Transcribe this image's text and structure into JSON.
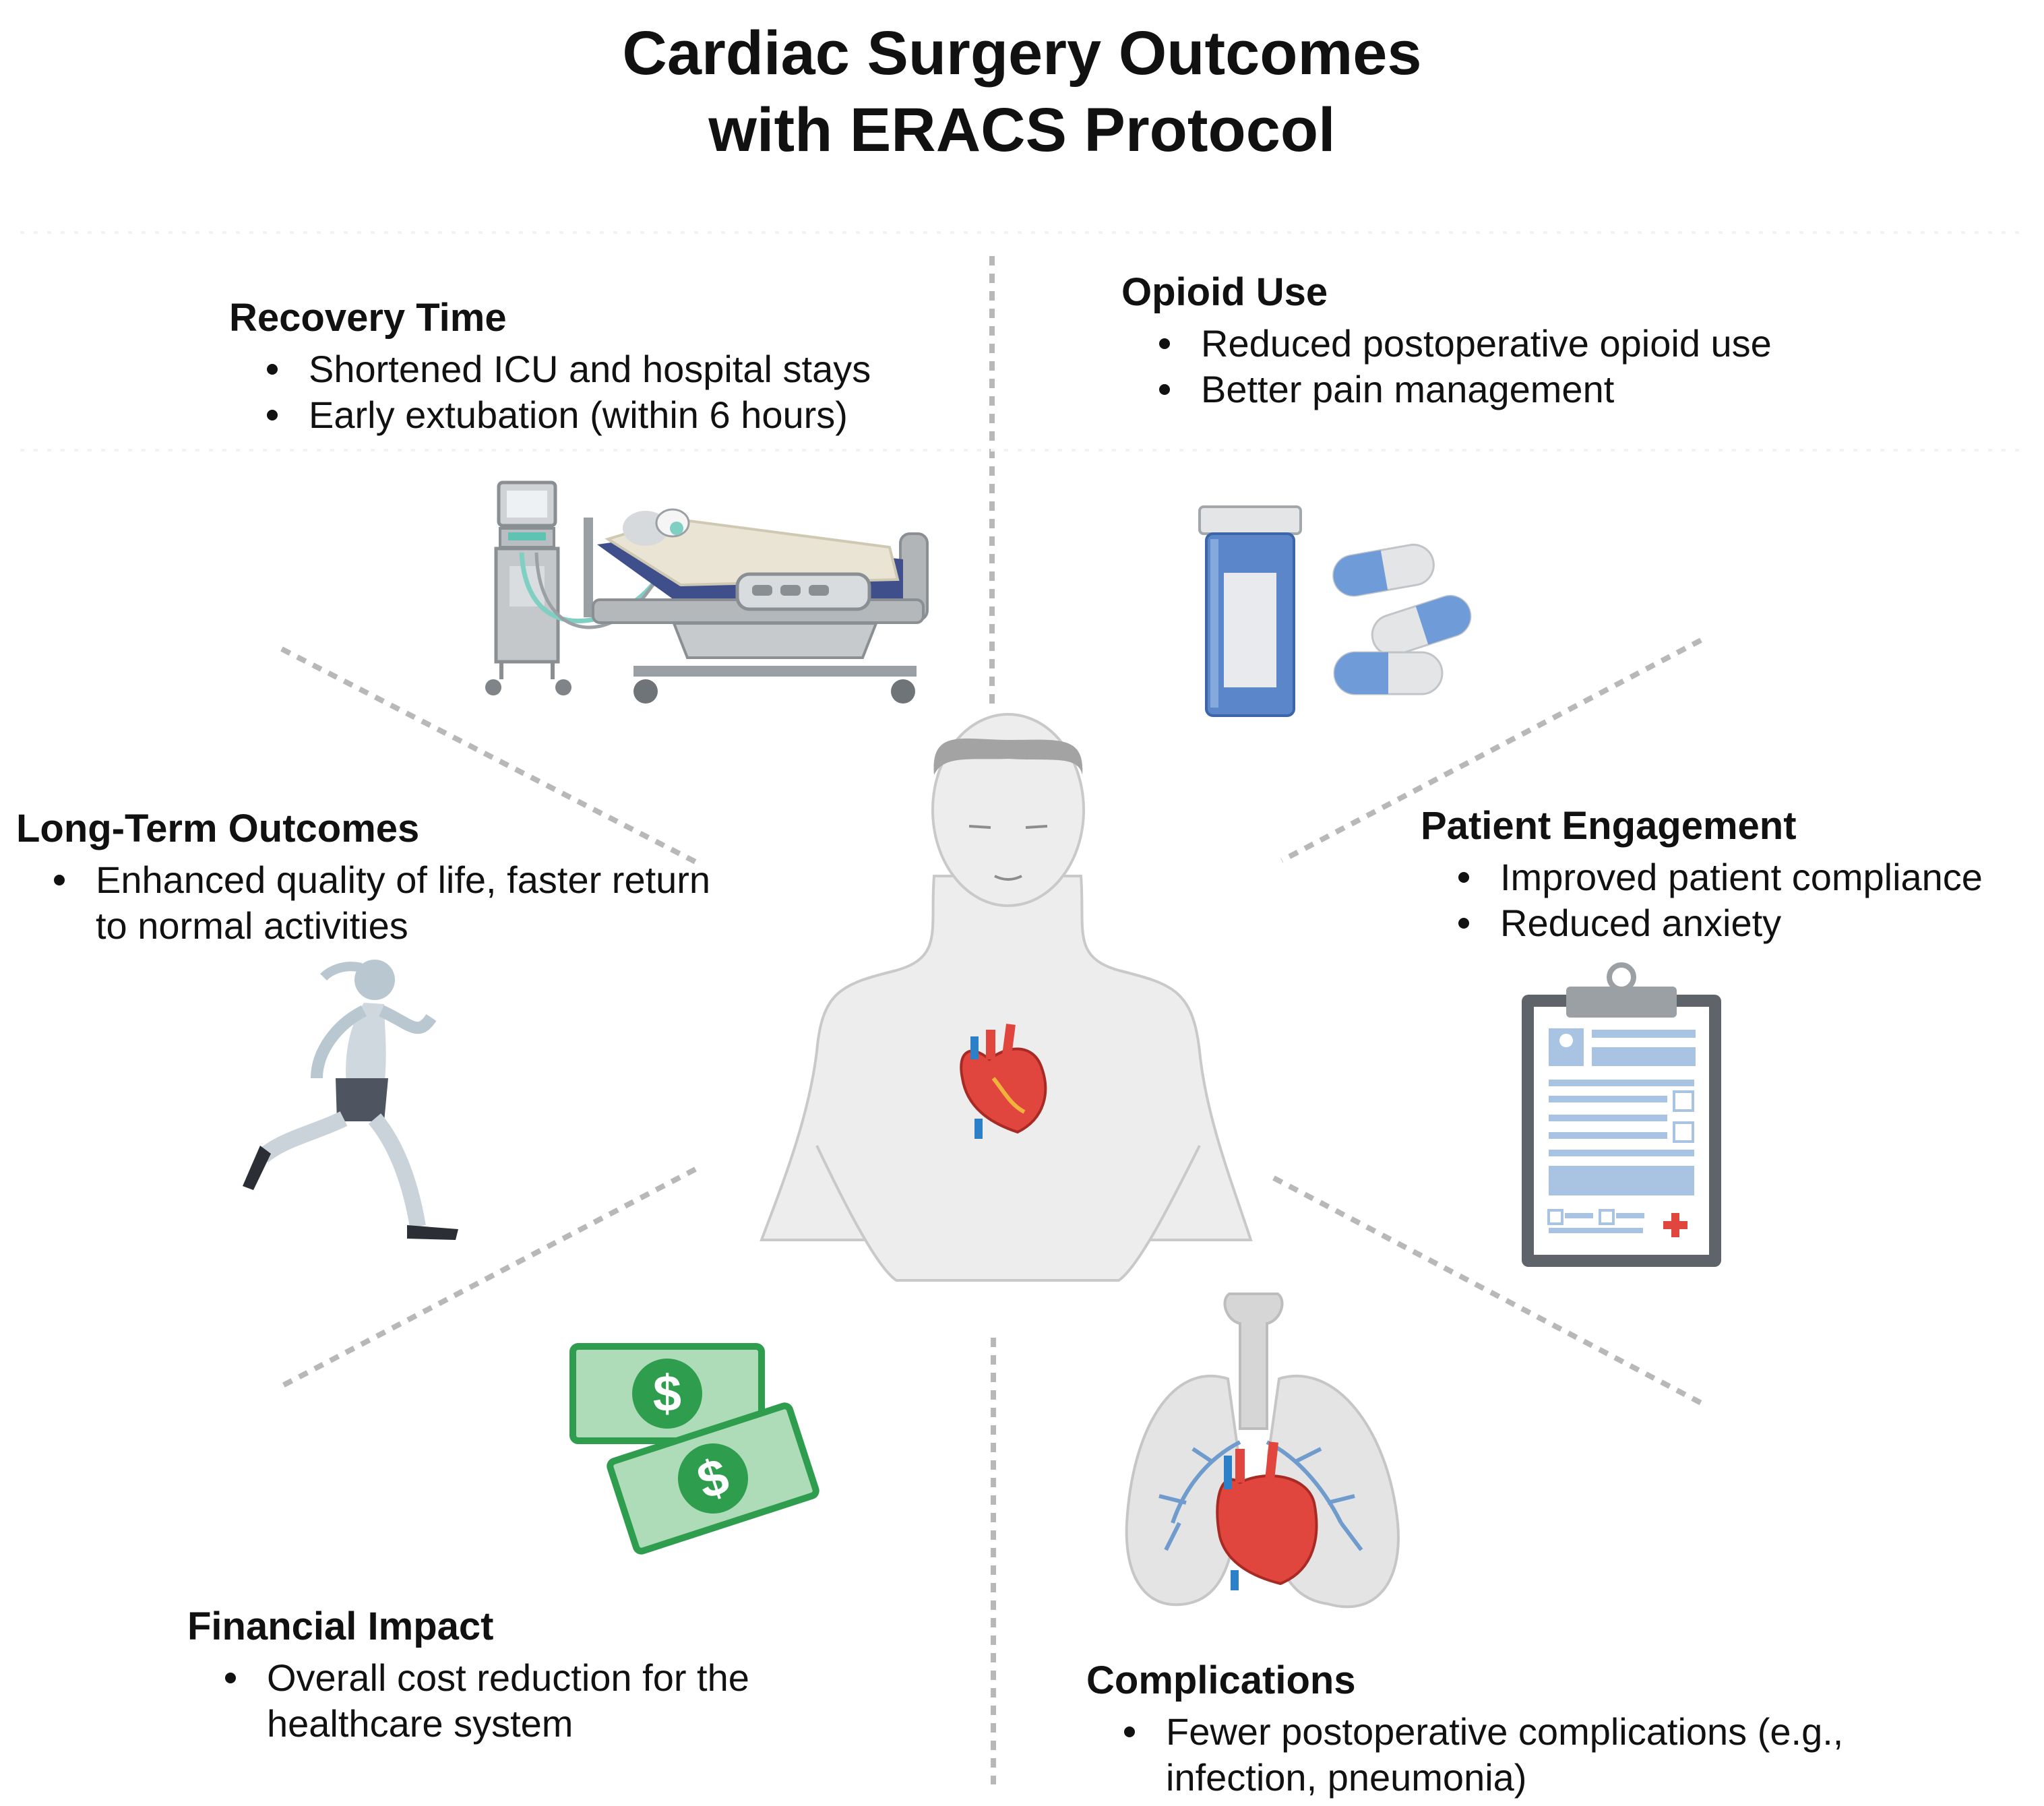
{
  "title": {
    "line1": "Cardiac Surgery Outcomes",
    "line2": "with ERACS Protocol"
  },
  "sections": {
    "recovery_time": {
      "heading": "Recovery Time",
      "bullets": [
        "Shortened ICU and hospital stays",
        "Early extubation (within 6 hours)"
      ]
    },
    "opioid_use": {
      "heading": "Opioid Use",
      "bullets": [
        "Reduced postoperative opioid use",
        "Better pain management"
      ]
    },
    "long_term": {
      "heading": "Long-Term Outcomes",
      "bullets": [
        "Enhanced quality of life, faster return to normal activities"
      ]
    },
    "patient_engagement": {
      "heading": "Patient Engagement",
      "bullets": [
        "Improved patient compliance",
        "Reduced anxiety"
      ]
    },
    "financial_impact": {
      "heading": "Financial Impact",
      "bullets": [
        "Overall cost reduction for the healthcare system"
      ]
    },
    "complications": {
      "heading": "Complications",
      "bullets": [
        "Fewer postoperative complications (e.g., infection, pneumonia)"
      ]
    }
  },
  "icons": {
    "recovery_time": "icu-bed-ventilator-icon",
    "opioid_use": "pill-bottle-capsules-icon",
    "long_term": "running-woman-icon",
    "patient_engagement": "clipboard-form-icon",
    "financial_impact": "dollar-bills-icon",
    "complications": "lungs-heart-icon",
    "center": "human-torso-heart-icon"
  },
  "colors": {
    "divider": "#b8b8b8",
    "heart_red": "#e0463d",
    "vessel_blue": "#2c80c8",
    "money_green": "#2e9e4e",
    "clipboard_blue": "#a9c4e2",
    "pill_blue": "#6f9cd8"
  }
}
